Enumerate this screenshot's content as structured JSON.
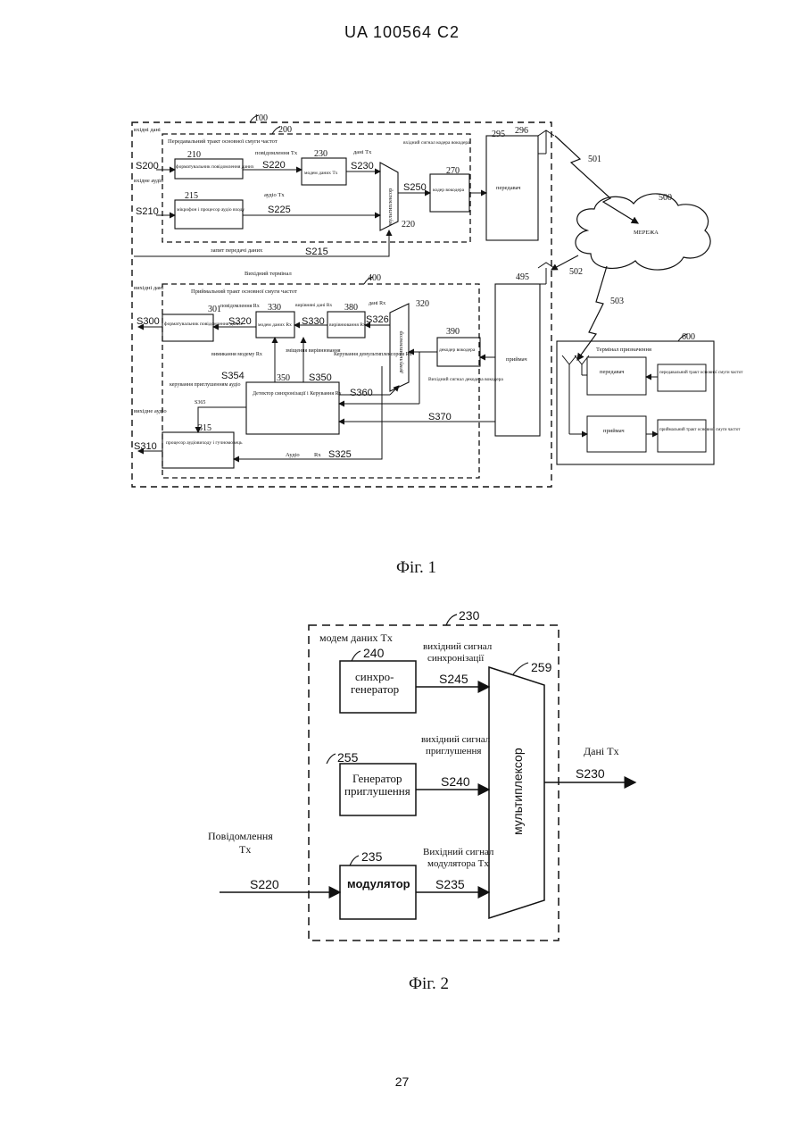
{
  "header": {
    "document_number": "UA   100564   C2"
  },
  "page_number": "27",
  "figure1": {
    "caption": "Фіг. 1",
    "refs": {
      "r100": "100",
      "r200": "200",
      "r210": "210",
      "r215": "215",
      "r220": "220",
      "r230": "230",
      "r270": "270",
      "r295": "295",
      "r296": "296",
      "r301": "301",
      "r315": "315",
      "r320": "320",
      "r330": "330",
      "r350": "350",
      "r380": "380",
      "r390": "390",
      "r400": "400",
      "r495": "495",
      "r500": "500",
      "r501": "501",
      "r502": "502",
      "r503": "503",
      "r600": "600"
    },
    "signals": {
      "s200": "S200",
      "s210": "S210",
      "s215": "S215",
      "s220": "S220",
      "s225": "S225",
      "s230": "S230",
      "s250": "S250",
      "s300": "S300",
      "s310": "S310",
      "s320": "S320",
      "s325": "S325",
      "s326": "S326",
      "s330": "S330",
      "s350": "S350",
      "s354": "S354",
      "s360": "S360",
      "s365": "S365",
      "s370": "S370"
    },
    "labels": {
      "input_data": "вхідні дані",
      "input_audio": "вхідне аудіо",
      "output_data": "вихідні дані",
      "output_audio": "вихідне аудіо",
      "tx_path_title": "Передавальний тракт основної смуги частот",
      "formatter": "форматувальник повідомлення даних",
      "tx_message": "повідомлення Tx",
      "data_modem_tx": "модем даних Tx",
      "data_tx": "дані Tx",
      "mic_processor": "мікрофон і процесор аудіо входу",
      "audio_tx": "аудіо Tx",
      "multiplexer": "мультиплексор",
      "vocoder_input": "вхідний сигнал кодера вокодера",
      "vocoder_encoder": "кодер вокодера",
      "transmitter": "передавач",
      "data_request": "запит передачі даних",
      "output_terminal": "Вихідний термінал",
      "rx_path_title": "Приймальний тракт основної смуги частот",
      "rx_message": "повідомлення Rx",
      "formatter_rx": "форматувальник повідомлення даних",
      "modem_rx": "модем даних Rx",
      "aligned_rx": "вирівняні дані Rx",
      "alignment": "вирівнювання Rx",
      "data_rx": "дані Rx",
      "demultiplexer": "демультиплексор",
      "vocoder_decoder": "декодер вокодера",
      "receiver": "приймач",
      "modem_off": "вимикання модему Rx",
      "alignment_offset": "зміщення вирівнювання",
      "demux_control": "Керування демультиплексором Rx",
      "mute_control": "керування приглушенням аудіо",
      "sync_detector": "Детектор синхронізації і Керування Rx",
      "vocoder_output": "Вихідний сигнал декодера вокодера",
      "audio_processor": "процесор аудіовиходу і гучномовець",
      "audio_rx": "Аудіо",
      "rx_short": "Rx",
      "network": "МЕРЕЖА",
      "destination_terminal": "Термінал призначення",
      "dest_transmitter": "передавач",
      "dest_receiver": "приймач",
      "dest_tx_path": "передавальний тракт основної смуги частот",
      "dest_rx_path": "приймальний тракт основної смуги частот"
    }
  },
  "figure2": {
    "caption": "Фіг. 2",
    "refs": {
      "r230": "230",
      "r235": "235",
      "r240": "240",
      "r255": "255",
      "r259": "259"
    },
    "signals": {
      "s220": "S220",
      "s230": "S230",
      "s235": "S235",
      "s240": "S240",
      "s245": "S245"
    },
    "labels": {
      "modem_title": "модем даних Tx",
      "sync_gen_line1": "синхро-",
      "sync_gen_line2": "генератор",
      "sync_output_line1": "вихідний сигнал",
      "sync_output_line2": "синхронізації",
      "mute_gen_line1": "Генератор",
      "mute_gen_line2": "приглушення",
      "mute_output_line1": "вихідний сигнал",
      "mute_output_line2": "приглушення",
      "modulator": "модулятор",
      "modulator_output_line1": "Вихідний сигнал",
      "modulator_output_line2": "модулятора Tx",
      "multiplexer": "мультиплексор",
      "data_tx": "Дані Tx",
      "message_tx_line1": "Повідомлення",
      "message_tx_line2": "Tx"
    }
  }
}
